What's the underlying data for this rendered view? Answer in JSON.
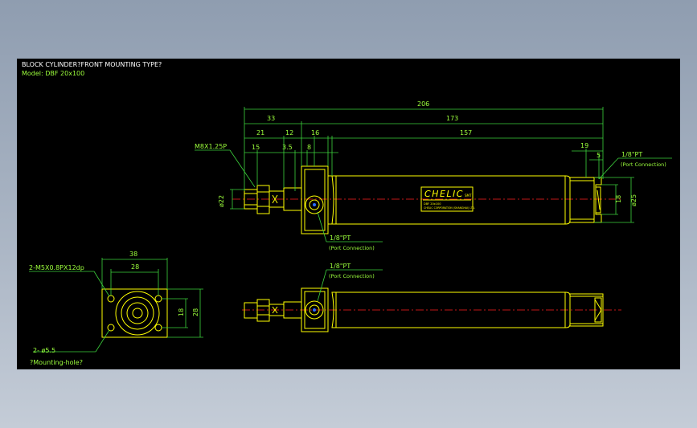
{
  "header": {
    "title": "BLOCK CYLINDER?FRONT MOUNTING TYPE?",
    "model": "Model:  DBF  20x100"
  },
  "dimensions": {
    "d206": "206",
    "d33": "33",
    "d173": "173",
    "d21": "21",
    "d12": "12",
    "d16": "16",
    "d157": "157",
    "d15": "15",
    "d35": "3.5",
    "d8": "8",
    "d19": "19",
    "d5": "5",
    "phi22": "ø22",
    "phi25": "ø25",
    "d18r": "18",
    "thread": "M8X1.25P",
    "d38": "38",
    "d28": "28",
    "d18b": "18",
    "d28b": "28"
  },
  "callouts": {
    "port_top_right": "1/8\"PT",
    "port_top_right_sub": "(Port Connection)",
    "port_mid": "1/8\"PT",
    "port_mid_sub": "(Port Connection)",
    "port_bottom": "1/8\"PT",
    "port_bottom_sub": "(Port Connection)",
    "tap_holes": "2-M5X0.8PX12dp",
    "mount_holes": "2- ø5.5",
    "mount_holes_sub": "?Mounting-hole?"
  },
  "label": {
    "brand": "CHELIC",
    "brand_small": "SMT",
    "line1": "DBF 20x100",
    "line2": "CHELIC CORPORATION (SHANGHAI) LTD."
  }
}
